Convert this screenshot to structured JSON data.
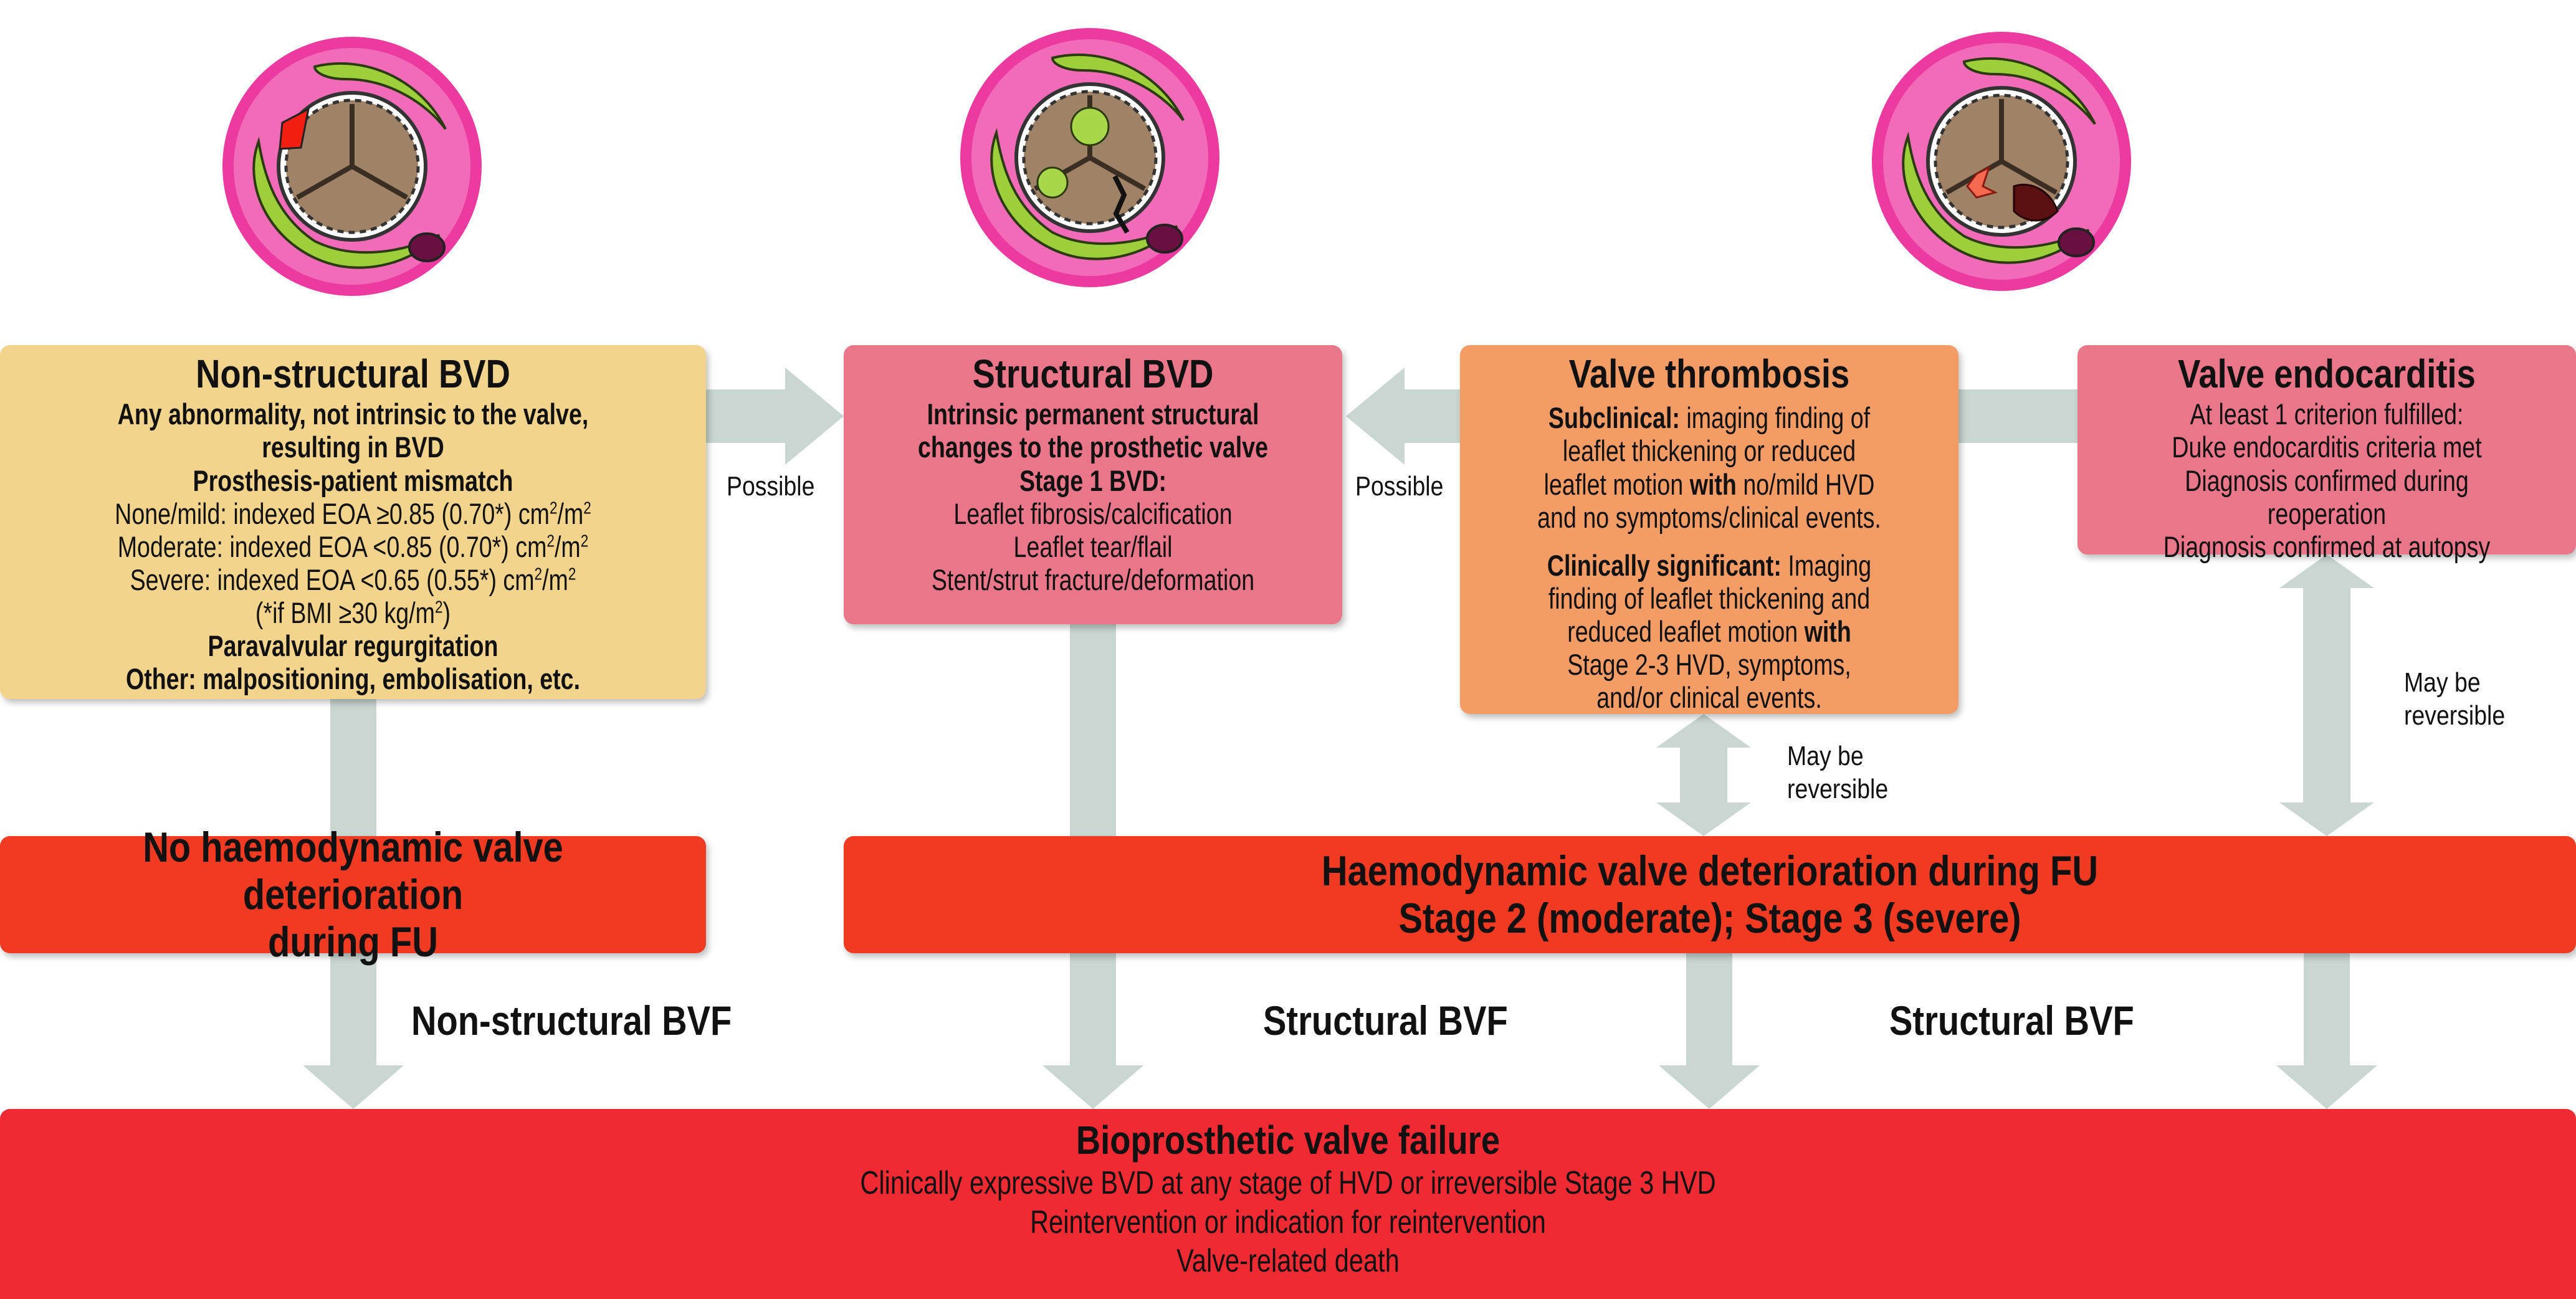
{
  "colors": {
    "arrow": "#c9d6d1",
    "nonstructural_box": "#f3d48c",
    "structural_box": "#ea7689",
    "thrombosis_box": "#f49c66",
    "endocarditis_box": "#ea7689",
    "hvd_box": "#f03a22",
    "bvf_box": "#ef2a32"
  },
  "nonstructural": {
    "title": "Non-structural BVD",
    "line1": "Any abnormality, not intrinsic to the valve, resulting in BVD",
    "heading_ppm": "Prosthesis-patient mismatch",
    "ppm_none": "None/mild: indexed EOA ≥0.85 (0.70*) cm",
    "ppm_moderate": "Moderate: indexed EOA <0.85 (0.70*) cm",
    "ppm_severe": "Severe: indexed EOA <0.65 (0.55*) cm",
    "unit_mid": "/m",
    "exp": "2",
    "bmi_prefix": "(*if BMI ≥30 kg/m",
    "bmi_suffix": ")",
    "heading_pvr": "Paravalvular regurgitation",
    "other": "Other: malpositioning, embolisation, etc."
  },
  "structural": {
    "title": "Structural BVD",
    "subtitle": "Intrinsic permanent structural changes to the prosthetic valve",
    "stage1": "Stage 1 BVD:",
    "item1": "Leaflet fibrosis/calcification",
    "item2": "Leaflet tear/flail",
    "item3": "Stent/strut fracture/deformation"
  },
  "thrombosis": {
    "title": "Valve thrombosis",
    "subclinical_label": "Subclinical:",
    "subclinical_text1": " imaging finding of leaflet thickening or reduced leaflet motion ",
    "subclinical_with": "with",
    "subclinical_text2": " no/mild HVD and no symptoms/clinical events.",
    "clinical_label": "Clinically significant:",
    "clinical_text1": " Imaging finding of leaflet thickening and reduced leaflet motion ",
    "clinical_with": "with",
    "clinical_text2": " Stage 2-3 HVD, symptoms, and/or clinical events."
  },
  "endocarditis": {
    "title": "Valve endocarditis",
    "line1": "At least 1 criterion fulfilled:",
    "line2": "Duke endocarditis criteria met",
    "line3": "Diagnosis confirmed during reoperation",
    "line4": "Diagnosis confirmed at autopsy"
  },
  "no_hvd": {
    "line1": "No haemodynamic valve deterioration",
    "line2": "during FU"
  },
  "hvd": {
    "line1": "Haemodynamic valve deterioration during FU",
    "line2": "Stage 2 (moderate); Stage 3 (severe)"
  },
  "bvf": {
    "title": "Bioprosthetic valve failure",
    "line1": "Clinically expressive BVD at any stage of HVD or irreversible Stage 3 HVD",
    "line2": "Reintervention or indication for reintervention",
    "line3": "Valve-related death"
  },
  "labels": {
    "possible": "Possible",
    "may_be": "May be",
    "reversible": "reversible",
    "nonstructural_bvf": "Non-structural BVF",
    "structural_bvf": "Structural BVF"
  }
}
